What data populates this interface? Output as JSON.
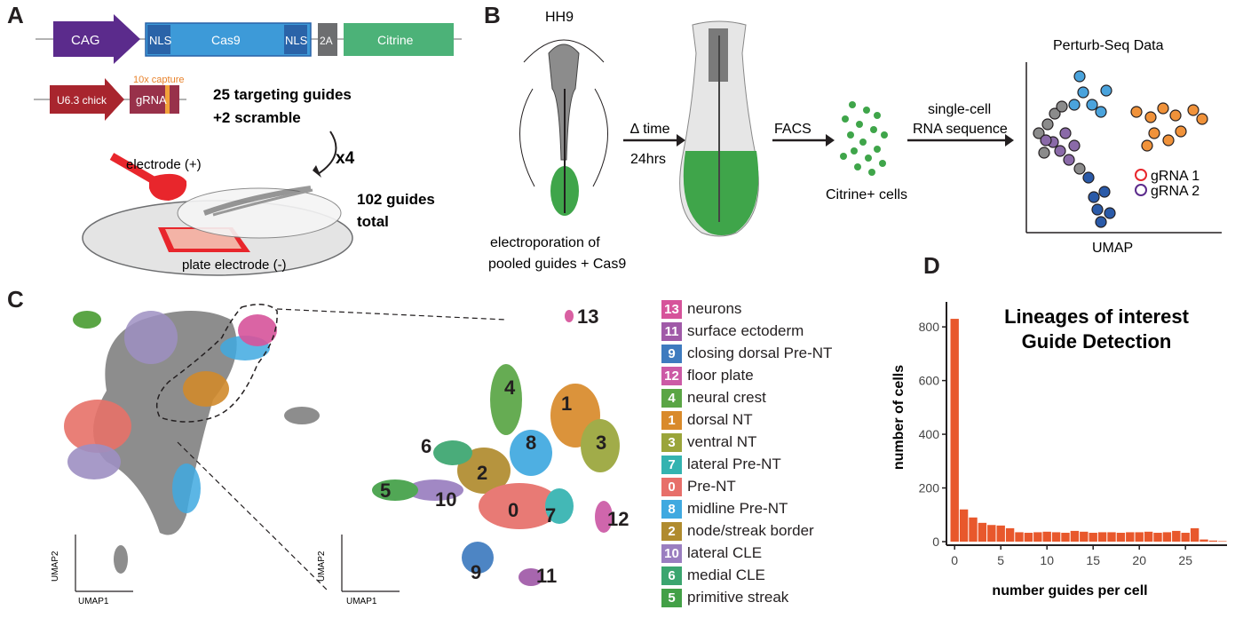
{
  "panel_letters": {
    "a": "A",
    "b": "B",
    "c": "C",
    "d": "D"
  },
  "panel_a": {
    "construct": [
      "CAG",
      "NLS",
      "Cas9",
      "NLS",
      "2A",
      "Citrine"
    ],
    "guide_construct": [
      "U6.3 chick",
      "gRNA"
    ],
    "capture_label": "10x capture",
    "targeting": "25 targeting guides",
    "scramble": "+2 scramble",
    "multiplier": "x4",
    "total_line1": "102 guides",
    "total_line2": "total",
    "electrode_plus": "electrode (+)",
    "plate_electrode": "plate electrode (-)"
  },
  "panel_b": {
    "stage": "HH9",
    "time_delta": "∆ time",
    "time_hours": "24hrs",
    "electroporation_line1": "electroporation of",
    "electroporation_line2": "pooled guides + Cas9",
    "facs": "FACS",
    "citrine_cells": "Citrine+ cells",
    "sc_line1": "single-cell",
    "sc_line2": "RNA sequence",
    "perturb_title": "Perturb-Seq Data",
    "umap_label": "UMAP",
    "grna1": "gRNA 1",
    "grna2": "gRNA 2"
  },
  "panel_c": {
    "umap2": "UMAP2",
    "umap1": "UMAP1",
    "clusters": [
      {
        "id": "13",
        "name": "neurons",
        "color": "#d6539a"
      },
      {
        "id": "11",
        "name": "surface ectoderm",
        "color": "#a05aa8"
      },
      {
        "id": "9",
        "name": "closing dorsal Pre-NT",
        "color": "#3e7bbf"
      },
      {
        "id": "12",
        "name": "floor plate",
        "color": "#cc5aa6"
      },
      {
        "id": "4",
        "name": "neural crest",
        "color": "#5aa545"
      },
      {
        "id": "1",
        "name": "dorsal NT",
        "color": "#d98a2b"
      },
      {
        "id": "3",
        "name": "ventral NT",
        "color": "#9aa53a"
      },
      {
        "id": "7",
        "name": "lateral Pre-NT",
        "color": "#34b3b0"
      },
      {
        "id": "0",
        "name": "Pre-NT",
        "color": "#e76f6a"
      },
      {
        "id": "8",
        "name": "midline Pre-NT",
        "color": "#3fa9e0"
      },
      {
        "id": "2",
        "name": "node/streak border",
        "color": "#b08b2e"
      },
      {
        "id": "10",
        "name": "lateral CLE",
        "color": "#9a7ec0"
      },
      {
        "id": "6",
        "name": "medial CLE",
        "color": "#3ba56f"
      },
      {
        "id": "5",
        "name": "primitive streak",
        "color": "#43a047"
      }
    ]
  },
  "chart_data": {
    "type": "bar",
    "title": "Lineages of interest Guide Detection",
    "title_line1": "Lineages of interest",
    "title_line2": "Guide Detection",
    "xlabel": "number guides per cell",
    "ylabel": "number of cells",
    "xlim": [
      -0.5,
      29.5
    ],
    "ylim": [
      0,
      860
    ],
    "xticks": [
      0,
      5,
      10,
      15,
      20,
      25
    ],
    "yticks": [
      0,
      200,
      400,
      600,
      800
    ],
    "bar_color": "#e8582c",
    "x": [
      0,
      1,
      2,
      3,
      4,
      5,
      6,
      7,
      8,
      9,
      10,
      11,
      12,
      13,
      14,
      15,
      16,
      17,
      18,
      19,
      20,
      21,
      22,
      23,
      24,
      25,
      26,
      27,
      28,
      29
    ],
    "values": [
      830,
      120,
      90,
      70,
      62,
      60,
      50,
      35,
      33,
      35,
      37,
      35,
      33,
      40,
      37,
      33,
      35,
      35,
      33,
      35,
      35,
      37,
      33,
      35,
      40,
      33,
      50,
      8,
      4,
      2
    ]
  }
}
